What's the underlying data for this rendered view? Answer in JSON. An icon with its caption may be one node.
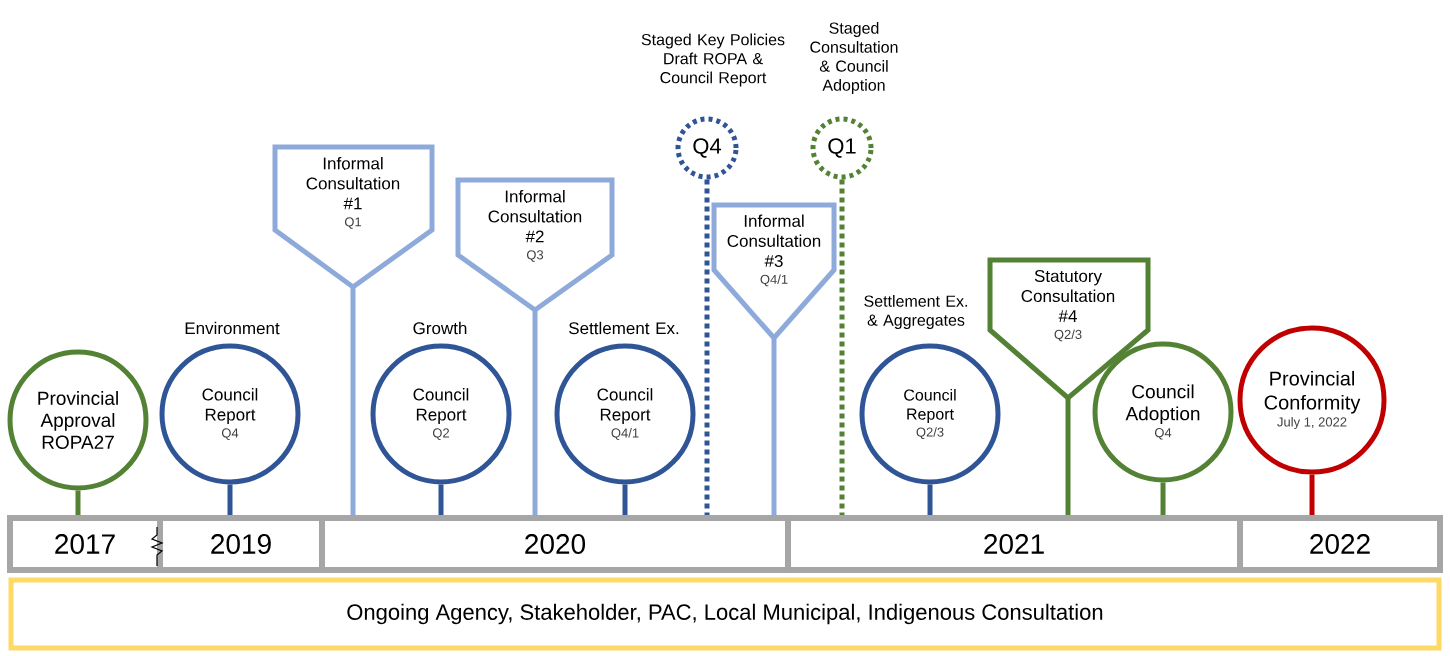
{
  "diagram": {
    "nodes": [
      {
        "text": [
          "Provincial Approval ROPA27"
        ]
      },
      {
        "text": [
          "Council Report",
          "Q4"
        ],
        "beside": [
          "Environment"
        ]
      },
      {
        "text": [
          "Informal Consultation #1",
          "Q1"
        ]
      },
      {
        "text": [
          "Council Report",
          "Q2"
        ],
        "beside": [
          "Growth"
        ]
      },
      {
        "text": [
          "Informal Consultation #2",
          "Q3"
        ]
      },
      {
        "text": [
          "Council Report",
          "Q4/1"
        ],
        "beside": [
          "Settlement Ex."
        ]
      },
      {
        "text": [
          "Q4"
        ],
        "beside": [
          "Staged Key Policies Draft ROPA & Council Report"
        ]
      },
      {
        "text": [
          "Informal Consultation #3",
          "Q4/1"
        ]
      },
      {
        "text": [
          "Q1"
        ],
        "beside": [
          "Staged Consultation & Council Adoption"
        ]
      },
      {
        "text": [
          "Council Report",
          "Q2/3"
        ],
        "beside": [
          "Settlement Ex. & Aggregates"
        ]
      },
      {
        "text": [
          "Statutory Consultation #4",
          "Q2/3"
        ]
      },
      {
        "text": [
          "Council Adoption",
          "Q4"
        ]
      },
      {
        "text": [
          "Provincial Conformity",
          "July 1, 2022"
        ]
      },
      {
        "text": [
          "2017"
        ]
      },
      {
        "text": [
          "2019"
        ]
      },
      {
        "text": [
          "2020"
        ]
      },
      {
        "text": [
          "2021"
        ]
      },
      {
        "text": [
          "2022"
        ]
      },
      {
        "text": [
          "Ongoing Agency, Stakeholder, PAC, Local Municipal, Indigenous Consultation"
        ]
      }
    ],
    "edges": [
      {
        "from": 0,
        "to": 13,
        "arrow": "none",
        "color": "#548235"
      },
      {
        "from": 1,
        "to": 14,
        "arrow": "none"
      },
      {
        "from": 2,
        "to": 15,
        "arrow": "none",
        "color": "#8eaadb"
      },
      {
        "from": 3,
        "to": 15,
        "arrow": "none"
      },
      {
        "from": 4,
        "to": 15,
        "arrow": "none",
        "color": "#8eaadb"
      },
      {
        "from": 5,
        "to": 15,
        "arrow": "none"
      },
      {
        "from": 6,
        "to": 15,
        "arrow": "none",
        "style": "dashed"
      },
      {
        "from": 7,
        "to": 15,
        "arrow": "none",
        "color": "#8eaadb"
      },
      {
        "from": 8,
        "to": 16,
        "arrow": "none",
        "style": "dashed",
        "color": "#548235"
      },
      {
        "from": 9,
        "to": 16,
        "arrow": "none"
      },
      {
        "from": 10,
        "to": 16,
        "arrow": "none",
        "color": "#548235"
      },
      {
        "from": 11,
        "to": 16,
        "arrow": "none",
        "color": "#548235"
      },
      {
        "from": 12,
        "to": 17,
        "arrow": "none",
        "color": "#c00000"
      }
    ]
  }
}
